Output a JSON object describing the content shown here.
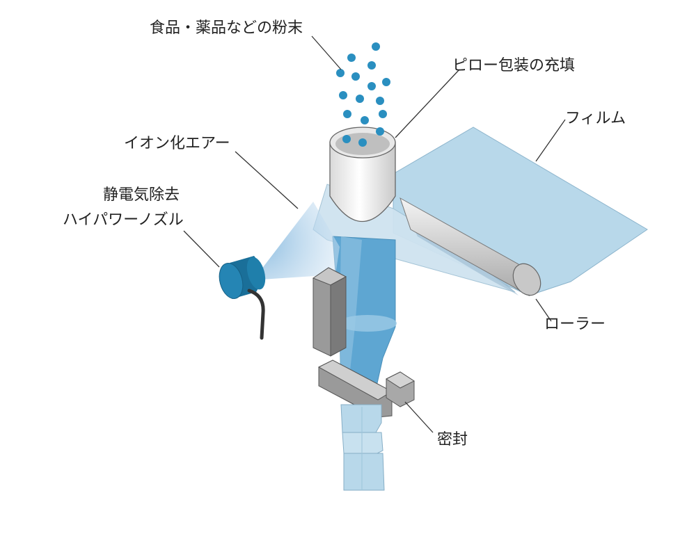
{
  "labels": {
    "powder": "食品・薬品などの粉末",
    "pillow_filling": "ピロー包装の充填",
    "film": "フィルム",
    "ionized_air": "イオン化エアー",
    "nozzle_line1": "静電気除去",
    "nozzle_line2": "ハイパワーノズル",
    "roller": "ローラー",
    "seal": "密封"
  },
  "colors": {
    "powder": "#2a8fc0",
    "film": "#b8d8ea",
    "tube_fill": "#5ea6d2",
    "air_spray": "#9fc8e6",
    "nozzle": "#1f7fab",
    "sealer": "#8f8f8f",
    "leader": "#333333"
  }
}
